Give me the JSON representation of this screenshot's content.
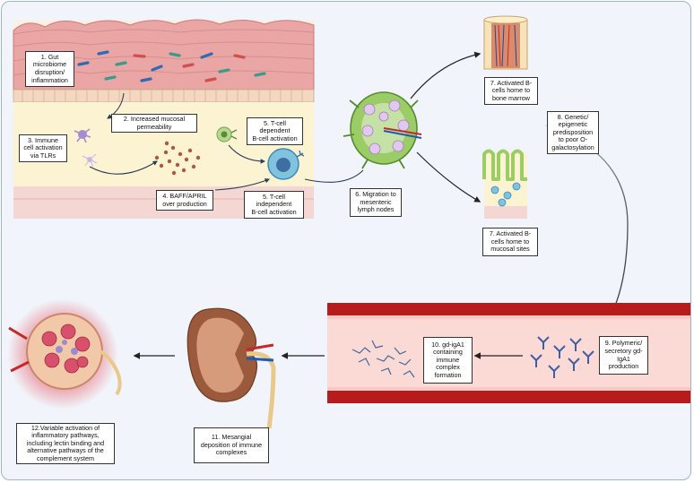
{
  "labels": {
    "l1": "1. Gut\nmicrobiome\ndisruption/\ninflammation",
    "l2": "2. Increased mucosal\npermeability",
    "l3": "3. Immune\ncell activation\nvia TLRs",
    "l4": "4. BAFF/APRIL\nover production",
    "l5a": "5. T-cell\ndependent\nB-cell activation",
    "l5b": "5. T-cell\nindependent\nB-cell activation",
    "l6": "6. Migration to\nmesenteric\nlymph nodes",
    "l7a": "7. Activated B-\ncells home to\nbone marrow",
    "l7b": "7. Activated B-\ncells home to\nmucosal sites",
    "l8": "8. Genetic/\nepigenetic\npredisposition\nto poor O-\ngalactosylation",
    "l9": "9. Polymeric/\nsecretory gd-\nIgA1\nproduction",
    "l10": "10. gd-igA1\ncontaining\nimmune\ncomplex\nformation",
    "l11": "11. Mesangial\ndeposition of immune\ncomplexes",
    "l12": "12.Variable activation of\ninflammatory pathways,\nincluding lectin binding and\nalternative pathways of the\ncomplement system"
  },
  "colors": {
    "frame_border": "#9fb4cc",
    "background": "#f1f5fb",
    "gut_pink": "#e9a6a4",
    "lamina": "#fbf3d2",
    "vessel_red": "#b71c1c",
    "vessel_inner": "#f7c9c4",
    "kidney": "#9c5a3c",
    "antibody_blue": "#3c5fa8"
  }
}
